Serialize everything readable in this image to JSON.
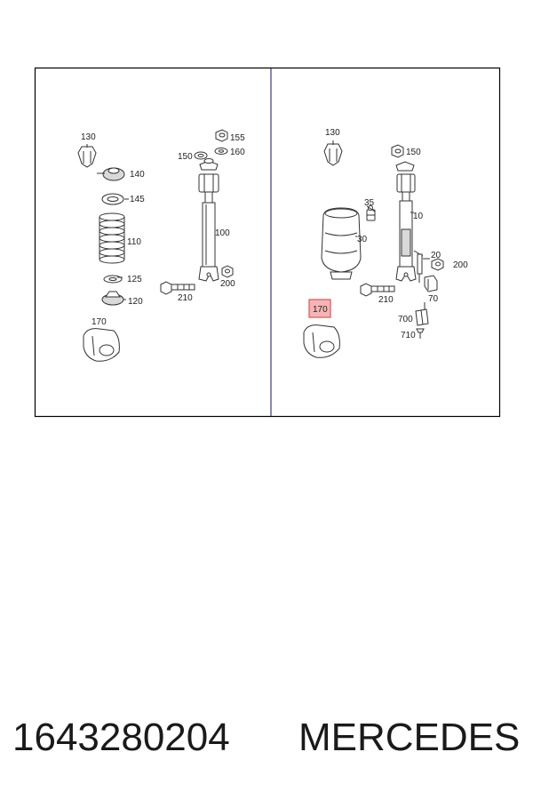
{
  "diagram": {
    "left_labels": {
      "l130": "130",
      "l140": "140",
      "l145": "145",
      "l110": "110",
      "l125": "125",
      "l120": "120",
      "l170": "170",
      "l155": "155",
      "l150": "150",
      "l160": "160",
      "l100": "100",
      "l200": "200",
      "l210": "210"
    },
    "right_labels": {
      "r130": "130",
      "r150": "150",
      "r35": "35",
      "r10": "10",
      "r30": "30",
      "r20": "20",
      "r200": "200",
      "r210": "210",
      "r70": "70",
      "r170": "170",
      "r700": "700",
      "r710": "710"
    },
    "colors": {
      "frame": "#000000",
      "divider": "#3a3a8c",
      "highlight": "#e05555",
      "highlight_fill": "#f5b5b5"
    }
  },
  "footer": {
    "part_number": "1643280204",
    "brand": "MERCEDES"
  }
}
